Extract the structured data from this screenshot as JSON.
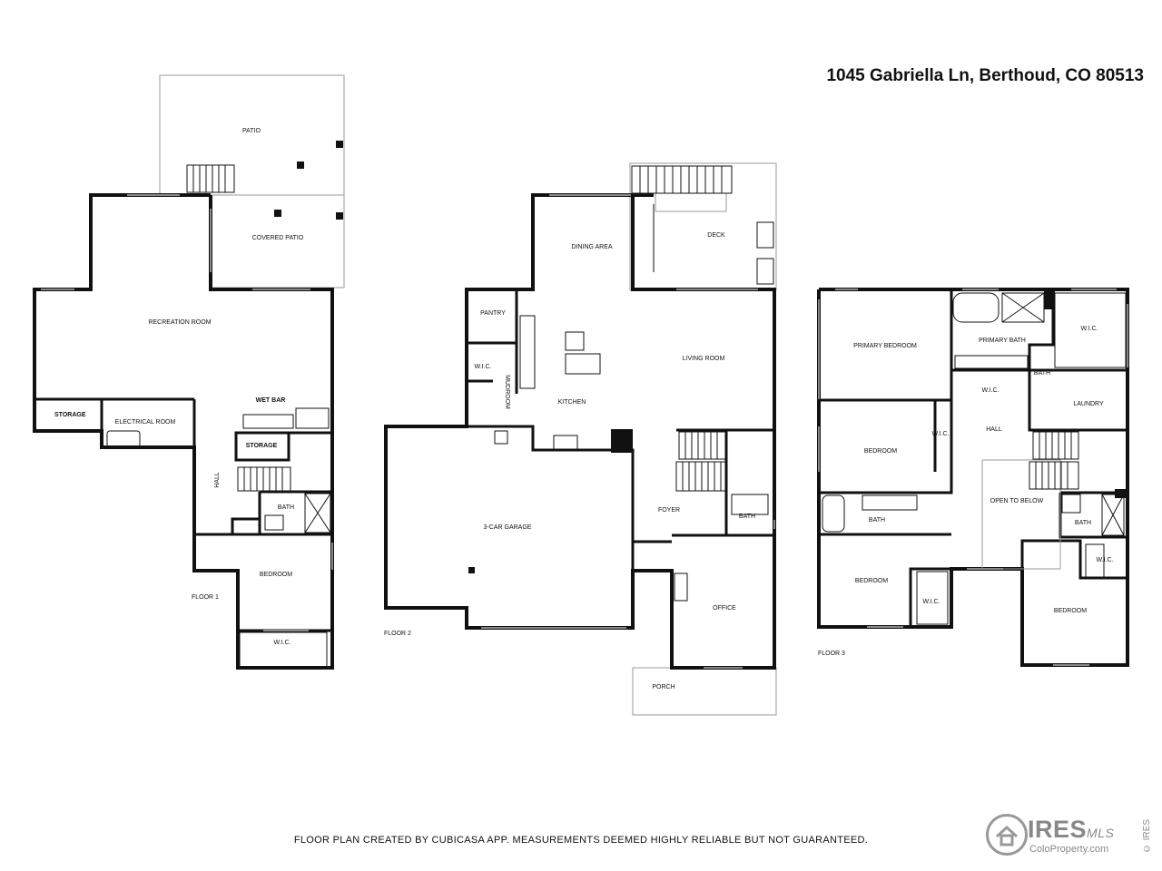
{
  "title": "1045 Gabriella Ln, Berthoud, CO 80513",
  "disclaimer": "FLOOR PLAN CREATED BY CUBICASA APP. MEASUREMENTS DEEMED HIGHLY RELIABLE BUT NOT GUARANTEED.",
  "logo": {
    "brand": "IRES",
    "brand_suffix": "MLS",
    "site": "ColoProperty.com",
    "vertical": "© IRES",
    "icon": "ires-house-icon"
  },
  "floors": {
    "floor1": {
      "label": "FLOOR 1",
      "rooms": {
        "patio": "PATIO",
        "covered_patio": "COVERED PATIO",
        "recreation_room": "RECREATION ROOM",
        "storage_left": "STORAGE",
        "electrical_room": "ELECTRICAL ROOM",
        "wet_bar": "WET BAR",
        "storage_right": "STORAGE",
        "hall": "HALL",
        "bath": "BATH",
        "bedroom": "BEDROOM",
        "wic": "W.I.C."
      }
    },
    "floor2": {
      "label": "FLOOR 2",
      "rooms": {
        "dining_area": "DINING AREA",
        "deck": "DECK",
        "pantry": "PANTRY",
        "wic": "W.I.C.",
        "mudroom": "MUDROOM",
        "kitchen": "KITCHEN",
        "living_room": "LIVING ROOM",
        "garage": "3-CAR GARAGE",
        "foyer": "FOYER",
        "bath": "BATH",
        "office": "OFFICE",
        "porch": "PORCH"
      }
    },
    "floor3": {
      "label": "FLOOR 3",
      "rooms": {
        "primary_bedroom": "PRIMARY BEDROOM",
        "primary_bath": "PRIMARY BATH",
        "wic_primary": "W.I.C.",
        "bath_small": "BATH",
        "wic_hall": "W.I.C.",
        "laundry": "LAUNDRY",
        "hall": "HALL",
        "bedroom_a": "BEDROOM",
        "wic_bedroom_a": "W.I.C.",
        "open_to_below": "OPEN TO BELOW",
        "bath_shared": "BATH",
        "bath_right": "BATH",
        "bedroom_b": "BEDROOM",
        "wic_bedroom_b": "W.I.C.",
        "wic_right": "W.I.C.",
        "bedroom_c": "BEDROOM"
      }
    }
  }
}
